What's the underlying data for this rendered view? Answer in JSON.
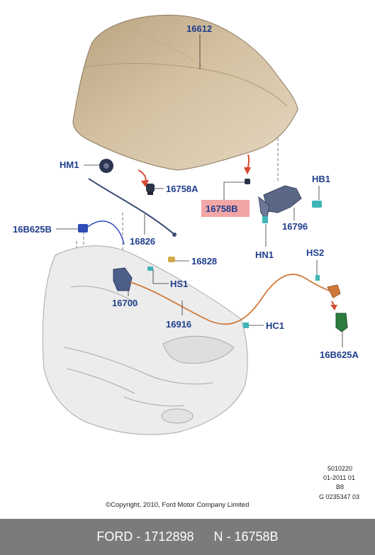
{
  "labels": {
    "hood": "16612",
    "hm1": "HM1",
    "bump_a": "16758A",
    "bump_b": "16758B",
    "b16b625": "16B625B",
    "prop_rod": "16826",
    "clip": "16828",
    "hs1": "HS1",
    "latch": "16700",
    "cable": "16916",
    "hc1": "HC1",
    "hb1": "HB1",
    "hinge": "16796",
    "hn1": "HN1",
    "hs2": "HS2",
    "a16b625": "16B625A"
  },
  "meta": {
    "line1": "5010220",
    "line2": "01-2011 01",
    "line3": "B8",
    "line4": "G 0235347 03"
  },
  "copyright": "©Copyright, 2010, Ford Motor Company Limited",
  "footer": {
    "left": "FORD - 1712898",
    "right": "N - 16758B"
  },
  "colors": {
    "label": "#1f3e8c",
    "highlight_box": "#f2a6a6",
    "hood": "#c9b391",
    "cable": "#d07a3a",
    "footer_bg": "#7b7b7b",
    "arrow": "#d64a32"
  }
}
